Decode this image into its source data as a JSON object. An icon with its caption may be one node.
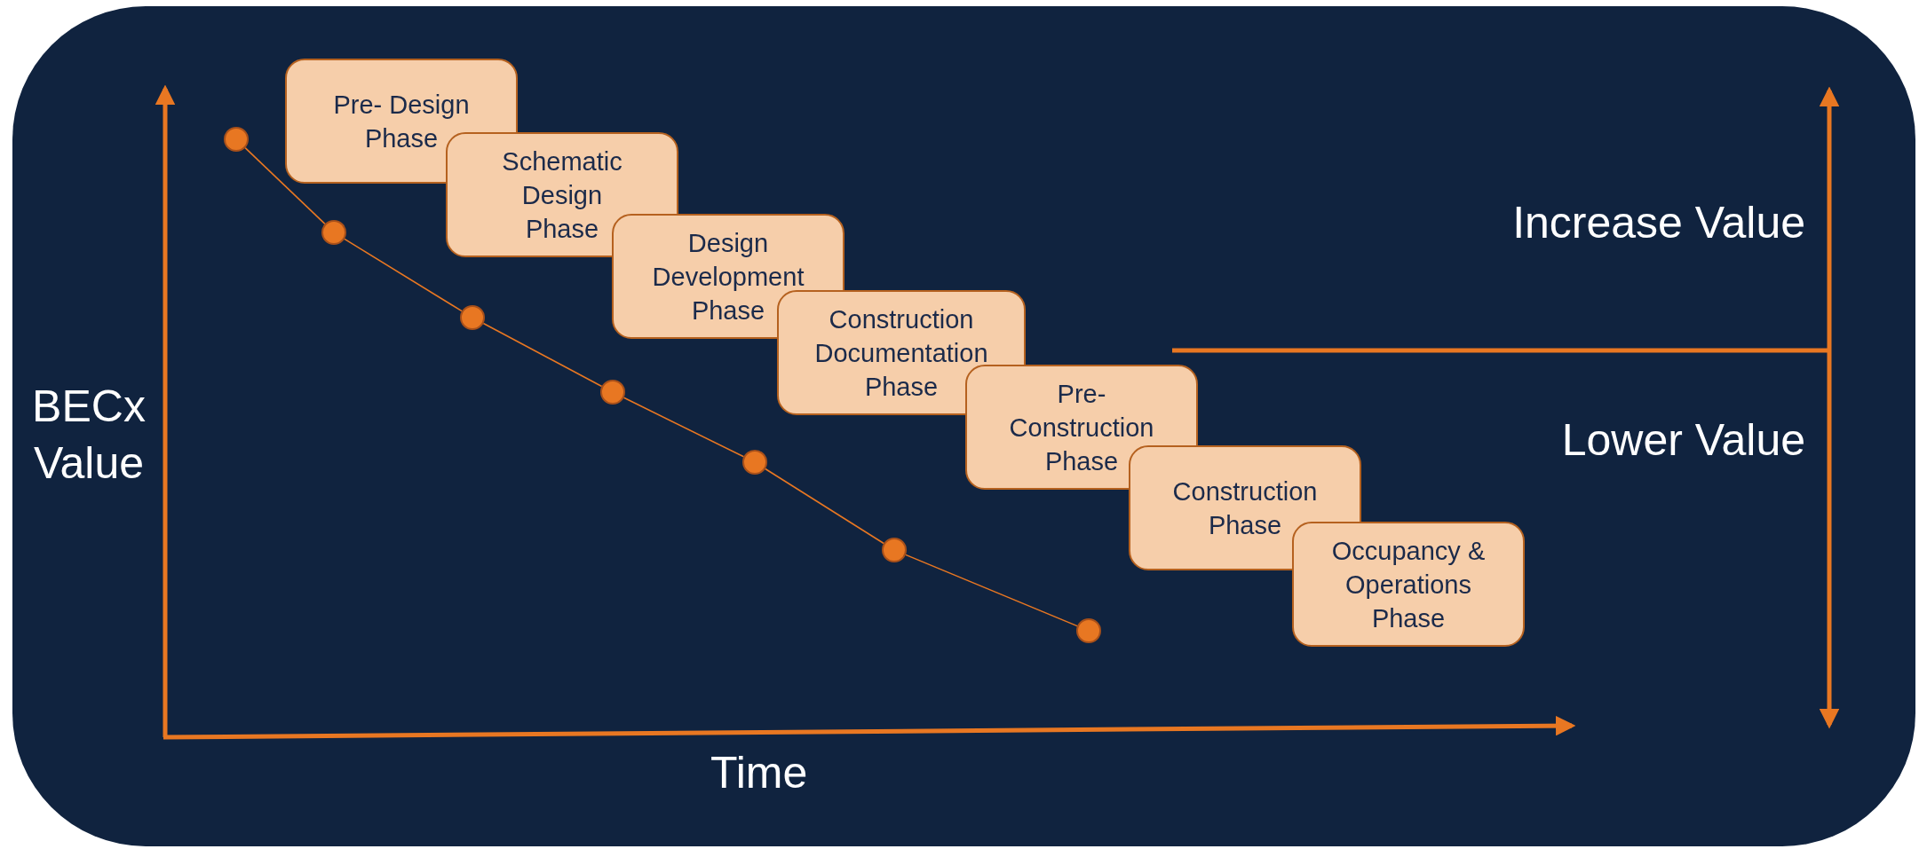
{
  "diagram": {
    "nodes": [
      {
        "text": [
          "Pre- Design Phase"
        ]
      },
      {
        "text": [
          "Schematic Design Phase"
        ]
      },
      {
        "text": [
          "Design Development Phase"
        ]
      },
      {
        "text": [
          "Construction Documentation Phase"
        ]
      },
      {
        "text": [
          "Pre- Construction Phase"
        ]
      },
      {
        "text": [
          "Construction Phase"
        ]
      },
      {
        "text": [
          "Occupancy & Operations Phase"
        ]
      },
      {
        "text": [],
        "shape": "circle"
      },
      {
        "text": [],
        "shape": "circle"
      },
      {
        "text": [],
        "shape": "circle"
      },
      {
        "text": [],
        "shape": "circle"
      },
      {
        "text": [],
        "shape": "circle"
      },
      {
        "text": [],
        "shape": "circle"
      },
      {
        "text": [],
        "shape": "circle"
      }
    ],
    "edges": [
      {
        "from": 7,
        "to": 8,
        "arrow": "none"
      },
      {
        "from": 8,
        "to": 9,
        "arrow": "none"
      },
      {
        "from": 9,
        "to": 10,
        "arrow": "none"
      },
      {
        "from": 10,
        "to": 11,
        "arrow": "none"
      },
      {
        "from": 11,
        "to": 12,
        "arrow": "none"
      },
      {
        "from": 12,
        "to": 13,
        "arrow": "none"
      }
    ],
    "labels": [
      "Increase Value",
      "BECx Value",
      "Lower Value",
      "Time"
    ]
  }
}
